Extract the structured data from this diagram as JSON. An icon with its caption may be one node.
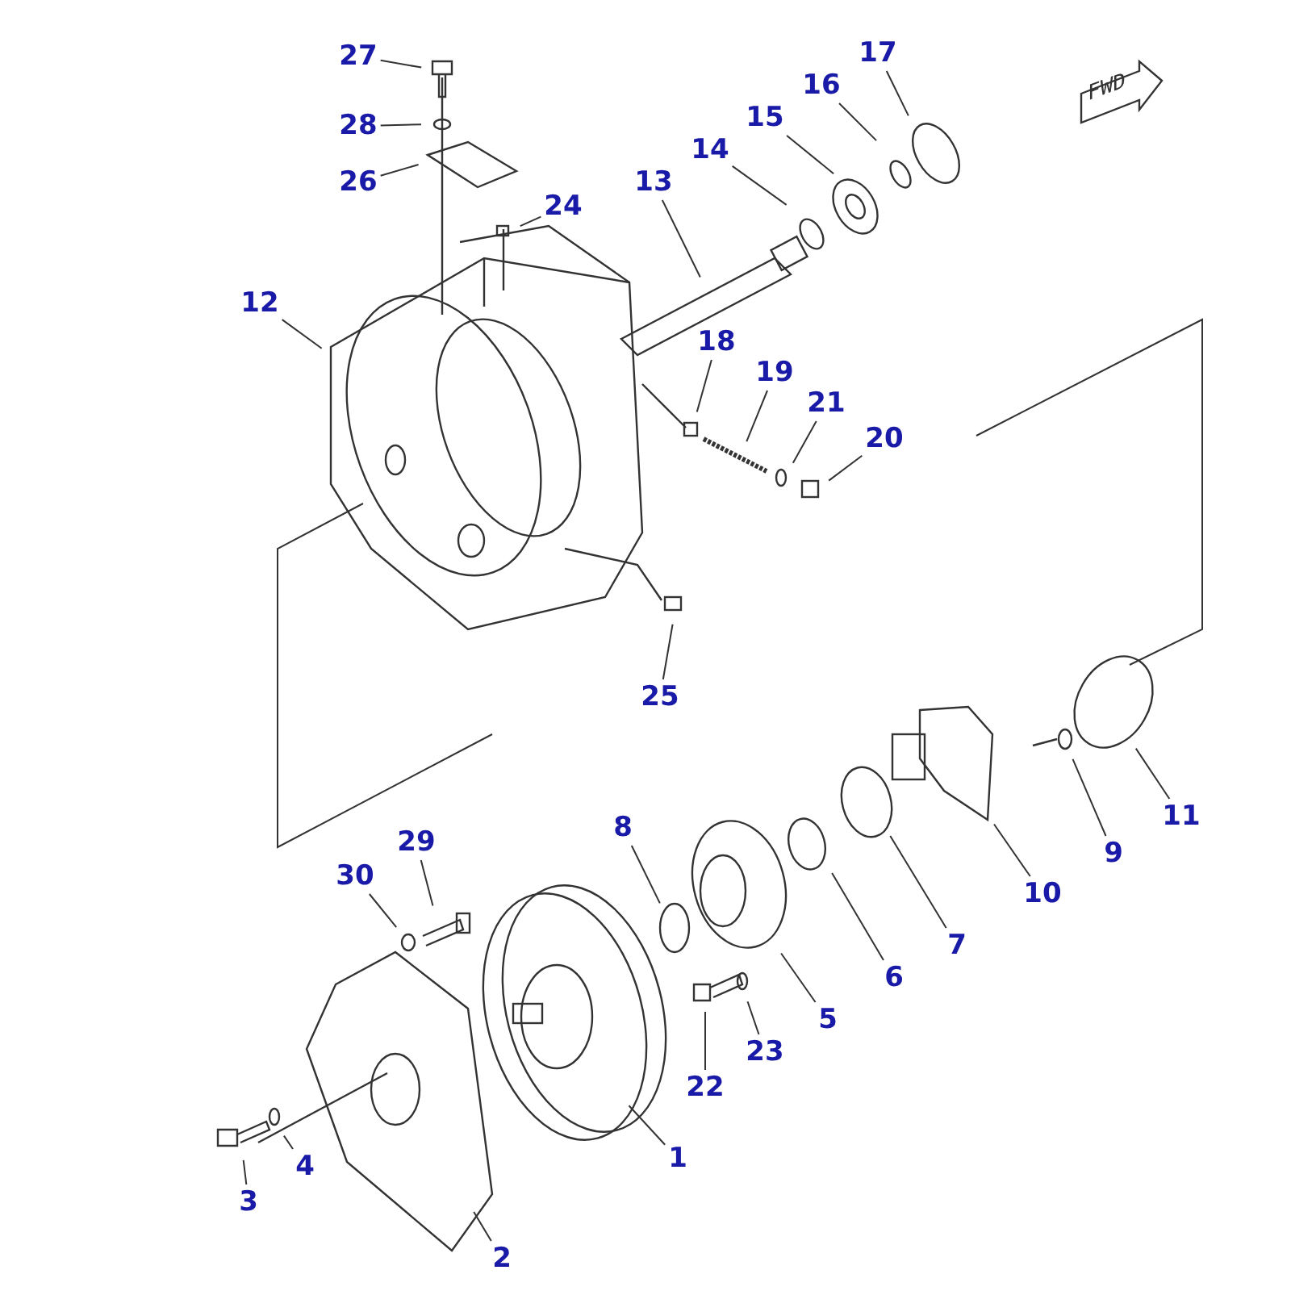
{
  "diagram": {
    "nodes": [
      {
        "text": [
          "1"
        ]
      },
      {
        "text": [
          "2"
        ]
      },
      {
        "text": [
          "3"
        ]
      },
      {
        "text": [
          "4"
        ]
      },
      {
        "text": [
          "5"
        ]
      },
      {
        "text": [
          "6"
        ]
      },
      {
        "text": [
          "7"
        ]
      },
      {
        "text": [
          "8"
        ]
      },
      {
        "text": [
          "9"
        ]
      },
      {
        "text": [
          "10"
        ]
      },
      {
        "text": [
          "11"
        ]
      },
      {
        "text": [
          "12"
        ]
      },
      {
        "text": [
          "13"
        ]
      },
      {
        "text": [
          "14"
        ]
      },
      {
        "text": [
          "15"
        ]
      },
      {
        "text": [
          "16"
        ]
      },
      {
        "text": [
          "17"
        ]
      },
      {
        "text": [
          "18"
        ]
      },
      {
        "text": [
          "19"
        ]
      },
      {
        "text": [
          "20"
        ]
      },
      {
        "text": [
          "21"
        ]
      },
      {
        "text": [
          "22"
        ]
      },
      {
        "text": [
          "23"
        ]
      },
      {
        "text": [
          "24"
        ]
      },
      {
        "text": [
          "25"
        ]
      },
      {
        "text": [
          "26"
        ]
      },
      {
        "text": [
          "27"
        ]
      },
      {
        "text": [
          "28"
        ]
      },
      {
        "text": [
          "29"
        ]
      },
      {
        "text": [
          "30"
        ]
      }
    ],
    "edges": [
      {
        "from": 0,
        "to": null,
        "arrow": "none"
      },
      {
        "from": 1,
        "to": null,
        "arrow": "none"
      },
      {
        "from": 2,
        "to": null,
        "arrow": "none"
      },
      {
        "from": 3,
        "to": null,
        "arrow": "none"
      },
      {
        "from": 4,
        "to": null,
        "arrow": "none"
      },
      {
        "from": 5,
        "to": null,
        "arrow": "none"
      },
      {
        "from": 6,
        "to": null,
        "arrow": "none"
      },
      {
        "from": 7,
        "to": null,
        "arrow": "none"
      },
      {
        "from": 8,
        "to": null,
        "arrow": "none"
      },
      {
        "from": 9,
        "to": null,
        "arrow": "none"
      },
      {
        "from": 10,
        "to": null,
        "arrow": "none"
      },
      {
        "from": 11,
        "to": null,
        "arrow": "none"
      },
      {
        "from": 12,
        "to": null,
        "arrow": "none"
      },
      {
        "from": 13,
        "to": null,
        "arrow": "none"
      },
      {
        "from": 14,
        "to": null,
        "arrow": "none"
      },
      {
        "from": 15,
        "to": null,
        "arrow": "none"
      },
      {
        "from": 16,
        "to": null,
        "arrow": "none"
      },
      {
        "from": 17,
        "to": null,
        "arrow": "none"
      },
      {
        "from": 18,
        "to": null,
        "arrow": "none"
      },
      {
        "from": 19,
        "to": null,
        "arrow": "none"
      },
      {
        "from": 20,
        "to": null,
        "arrow": "none"
      },
      {
        "from": 21,
        "to": null,
        "arrow": "none"
      },
      {
        "from": 22,
        "to": null,
        "arrow": "none"
      },
      {
        "from": 23,
        "to": null,
        "arrow": "none"
      },
      {
        "from": 24,
        "to": null,
        "arrow": "none"
      },
      {
        "from": 25,
        "to": null,
        "arrow": "none"
      },
      {
        "from": 26,
        "to": null,
        "arrow": "none"
      },
      {
        "from": 27,
        "to": null,
        "arrow": "none"
      },
      {
        "from": 28,
        "to": null,
        "arrow": "none"
      },
      {
        "from": 29,
        "to": null,
        "arrow": "none"
      }
    ],
    "labels": [
      "FWD"
    ]
  }
}
